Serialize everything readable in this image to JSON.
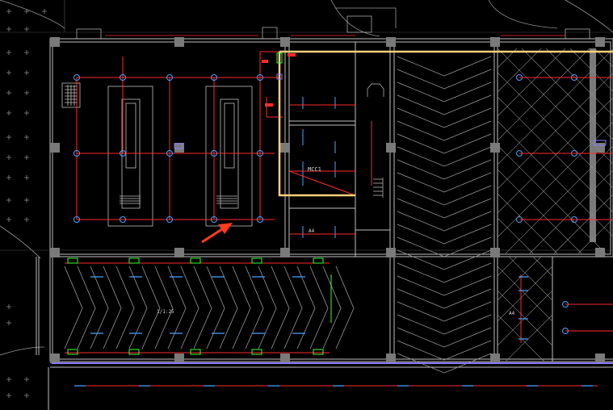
{
  "colors": {
    "background": "#000000",
    "wall": "#bfbfbf",
    "column": "#7a7a7a",
    "circuit": "#ff2a2a",
    "light": "#4aa3ff",
    "highlight": "#ffd27a",
    "green_tag": "#33ff33",
    "blue_bus": "#8a7cff",
    "arrow": "#ff3b1e"
  },
  "labels": {
    "mcc": "MCC1",
    "room_left": "A4",
    "room_right": "A4",
    "ramp_label": "1/1:25"
  },
  "icons": [
    "column-marker",
    "light-fixture",
    "red-pointer-arrow",
    "staircase",
    "ramp-hatch"
  ]
}
